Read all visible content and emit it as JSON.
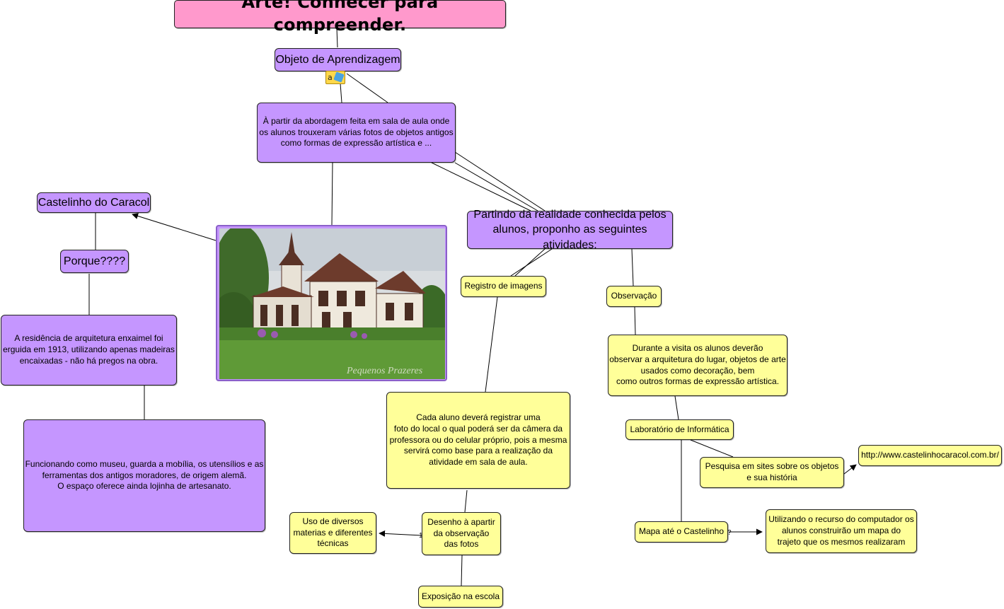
{
  "title": "Arte! Conhecer para compreender.",
  "nodes": {
    "objeto": "Objeto de Aprendizagem",
    "abordagem": "À partir da abordagem feita em sala de aula onde\nos alunos trouxeram várias fotos de objetos antigos\ncomo formas de expressão artística e ...",
    "castelinho": "Castelinho do Caracol",
    "porque": "Porque????",
    "residencia": "A residência de arquitetura enxaimel foi\nerguida em 1913, utilizando apenas madeiras\nencaixadas - não há pregos na obra.",
    "museu": "Funcionando como museu, guarda a mobília, os utensílios e as\nferramentas dos antigos moradores, de origem alemã.\nO espaço oferece ainda lojinha de artesanato.",
    "partindo": "Partindo da realidade conhecida pelos\nalunos, proponho as seguintes atividades:",
    "registro": "Registro de imagens",
    "observacao": "Observação",
    "visita": "Durante a visita os alunos deverão\nobservar a arquitetura do lugar, objetos de arte\nusados como decoração, bem\ncomo outros formas de expressão artística.",
    "cada_aluno": "Cada aluno deverá registrar uma\nfoto do local o qual poderá ser da câmera da\nprofessora ou do celular próprio, pois a mesma\nservirá como base para a realização da\natividade em sala de aula.",
    "laboratorio": "Laboratório de Informática",
    "pesquisa": "Pesquisa em sites  sobre os objetos\ne sua história",
    "url": "http://www.castelinhocaracol.com.br/",
    "mapa": "Mapa até o Castelinho",
    "utilizando": "Utilizando o recurso do computador os\nalunos  construirão um mapa do\ntrajeto que os mesmos realizaram",
    "desenho": "Desenho à apartir\nda observação\ndas fotos",
    "uso": "Uso de diversos\nmaterias e diferentes\ntécnicas",
    "exposicao": "Exposição na escola"
  },
  "photo_watermark": "Pequenos Prazeres",
  "note_icon": "note-icon",
  "colors": {
    "title": "#ff99cc",
    "concept_purple": "#c596ff",
    "concept_yellow": "#ffff99",
    "link": "#000000"
  }
}
